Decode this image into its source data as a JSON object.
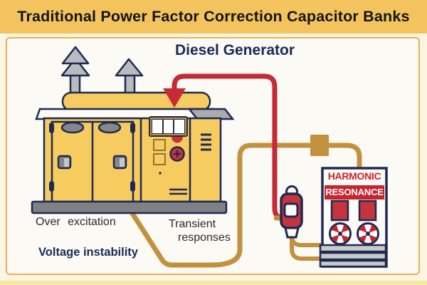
{
  "banner": {
    "title": "Traditional Power Factor Correction Capacitor Banks"
  },
  "diagram": {
    "heading": "Diesel Generator",
    "labels": {
      "over_excitation": "Over excitation",
      "voltage_instability": "Voltage instability",
      "transient_line1": "Transient",
      "transient_line2": "responses"
    },
    "capacitor_bank": {
      "line1": "HARMONIC",
      "line2": "RESONANCE"
    },
    "colors": {
      "banner_gold": "#F3C45E",
      "cable_gold": "#C3913E",
      "alert_red": "#C42B36",
      "outline_navy": "#1E2A52",
      "generator_yellow": "#F6CB5F",
      "metal_gray": "#B9BBBF"
    }
  }
}
